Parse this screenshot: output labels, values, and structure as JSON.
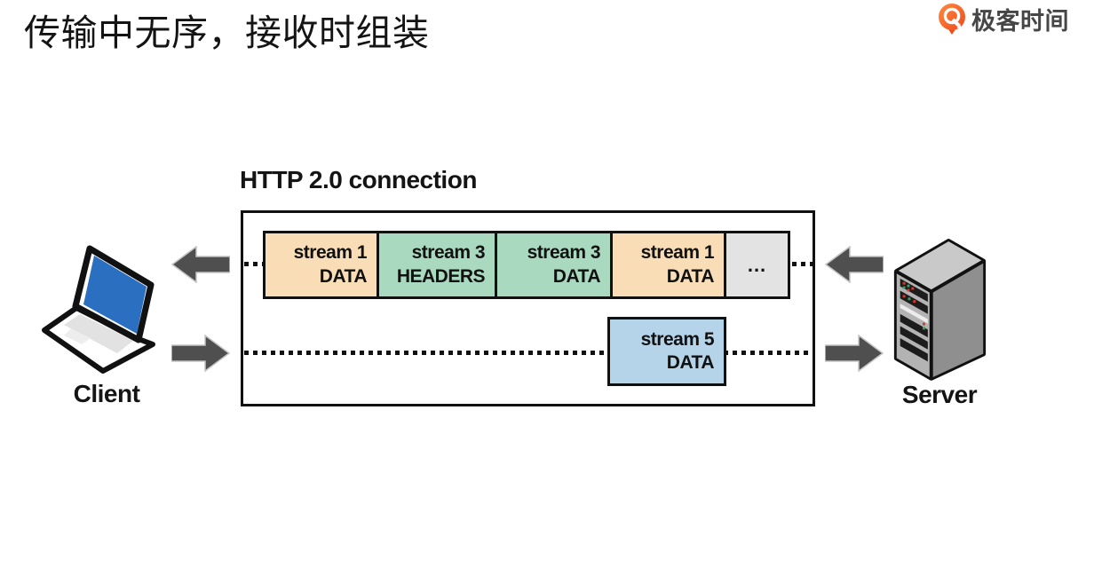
{
  "title": "传输中无序，接收时组装",
  "logo": {
    "text": "极客时间",
    "icon": "geektime-pin-icon",
    "accent": "#f8541f",
    "text_color": "#464646"
  },
  "diagram": {
    "connection_label": "HTTP 2.0 connection",
    "client": {
      "label": "Client"
    },
    "server": {
      "label": "Server"
    },
    "frames_top": [
      {
        "stream": "stream 1",
        "type": "DATA",
        "bg": "#f9ddb6"
      },
      {
        "stream": "stream 3",
        "type": "HEADERS",
        "bg": "#a9d9be"
      },
      {
        "stream": "stream 3",
        "type": "DATA",
        "bg": "#a9d9be"
      },
      {
        "stream": "stream 1",
        "type": "DATA",
        "bg": "#f9ddb6"
      }
    ],
    "frames_top_more": {
      "label": "...",
      "bg": "#e3e3e3"
    },
    "frame_bottom": {
      "stream": "stream 5",
      "type": "DATA",
      "bg": "#b5d4e9"
    },
    "colors": {
      "frame_border": "#111111",
      "dotted_line": "#111111",
      "arrow": "#4f4f4f",
      "arrow_outline": "#c4c4c4",
      "laptop_screen": "#2a6fc0",
      "server_front": "#b3b3b3",
      "server_side": "#8f8f8f",
      "server_top": "#c9c9c9"
    }
  }
}
